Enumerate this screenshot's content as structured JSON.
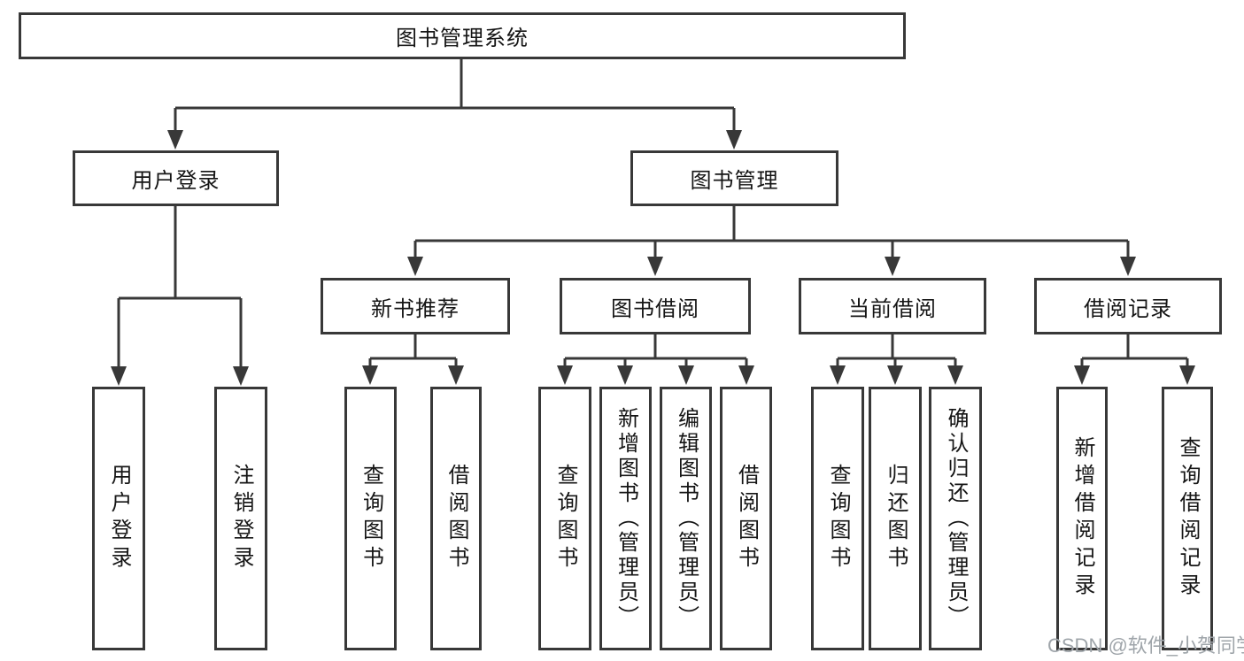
{
  "tree": {
    "label": "图书管理系统",
    "children": [
      {
        "label": "用户登录",
        "children": [
          {
            "label": "用户登录"
          },
          {
            "label": "注销登录"
          }
        ]
      },
      {
        "label": "图书管理",
        "children": [
          {
            "label": "新书推荐",
            "children": [
              {
                "label": "查询图书"
              },
              {
                "label": "借阅图书"
              }
            ]
          },
          {
            "label": "图书借阅",
            "children": [
              {
                "label": "查询图书"
              },
              {
                "label": "新增图书（管理员）"
              },
              {
                "label": "编辑图书（管理员）"
              },
              {
                "label": "借阅图书"
              }
            ]
          },
          {
            "label": "当前借阅",
            "children": [
              {
                "label": "查询图书"
              },
              {
                "label": "归还图书"
              },
              {
                "label": "确认归还（管理员）"
              }
            ]
          },
          {
            "label": "借阅记录",
            "children": [
              {
                "label": "新增借阅记录"
              },
              {
                "label": "查询借阅记录"
              }
            ]
          }
        ]
      }
    ]
  },
  "watermark": {
    "text": "CSDN @软件_小贺同学"
  },
  "colors": {
    "line": "#383838",
    "box_border": "#383838",
    "text": "#151515",
    "watermark": "#9fa5aa",
    "background": "#ffffff"
  }
}
